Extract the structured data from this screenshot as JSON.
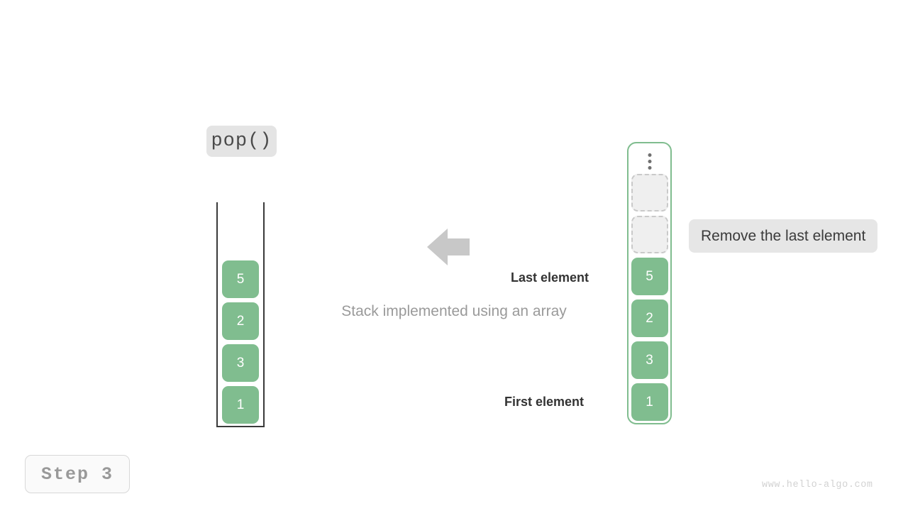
{
  "operation": {
    "label": "pop()"
  },
  "step": {
    "label": "Step 3"
  },
  "watermark": {
    "text": "www.hello-algo.com"
  },
  "caption": {
    "text": "Stack implemented using an array"
  },
  "note": {
    "text": "Remove the last element"
  },
  "labels": {
    "last_element": "Last element",
    "first_element": "First element"
  },
  "arrow": {
    "direction": "left",
    "color": "#c8c8c8"
  },
  "colors": {
    "cell_fill": "#80bd8f",
    "cell_text": "#ffffff",
    "empty_fill": "#efefef",
    "empty_border": "#c9c9c9",
    "array_border": "#3a3a3a",
    "stack_border": "#80bd8f",
    "pill_bg": "#e4e4e4",
    "note_bg": "#e6e6e6"
  },
  "array_view": {
    "cells": [
      {
        "value": "5"
      },
      {
        "value": "2"
      },
      {
        "value": "3"
      },
      {
        "value": "1"
      }
    ]
  },
  "stack_view": {
    "ellipsis": "vertical-ellipsis",
    "empty_slots": 2,
    "cells": [
      {
        "value": "5"
      },
      {
        "value": "2"
      },
      {
        "value": "3"
      },
      {
        "value": "1"
      }
    ]
  }
}
